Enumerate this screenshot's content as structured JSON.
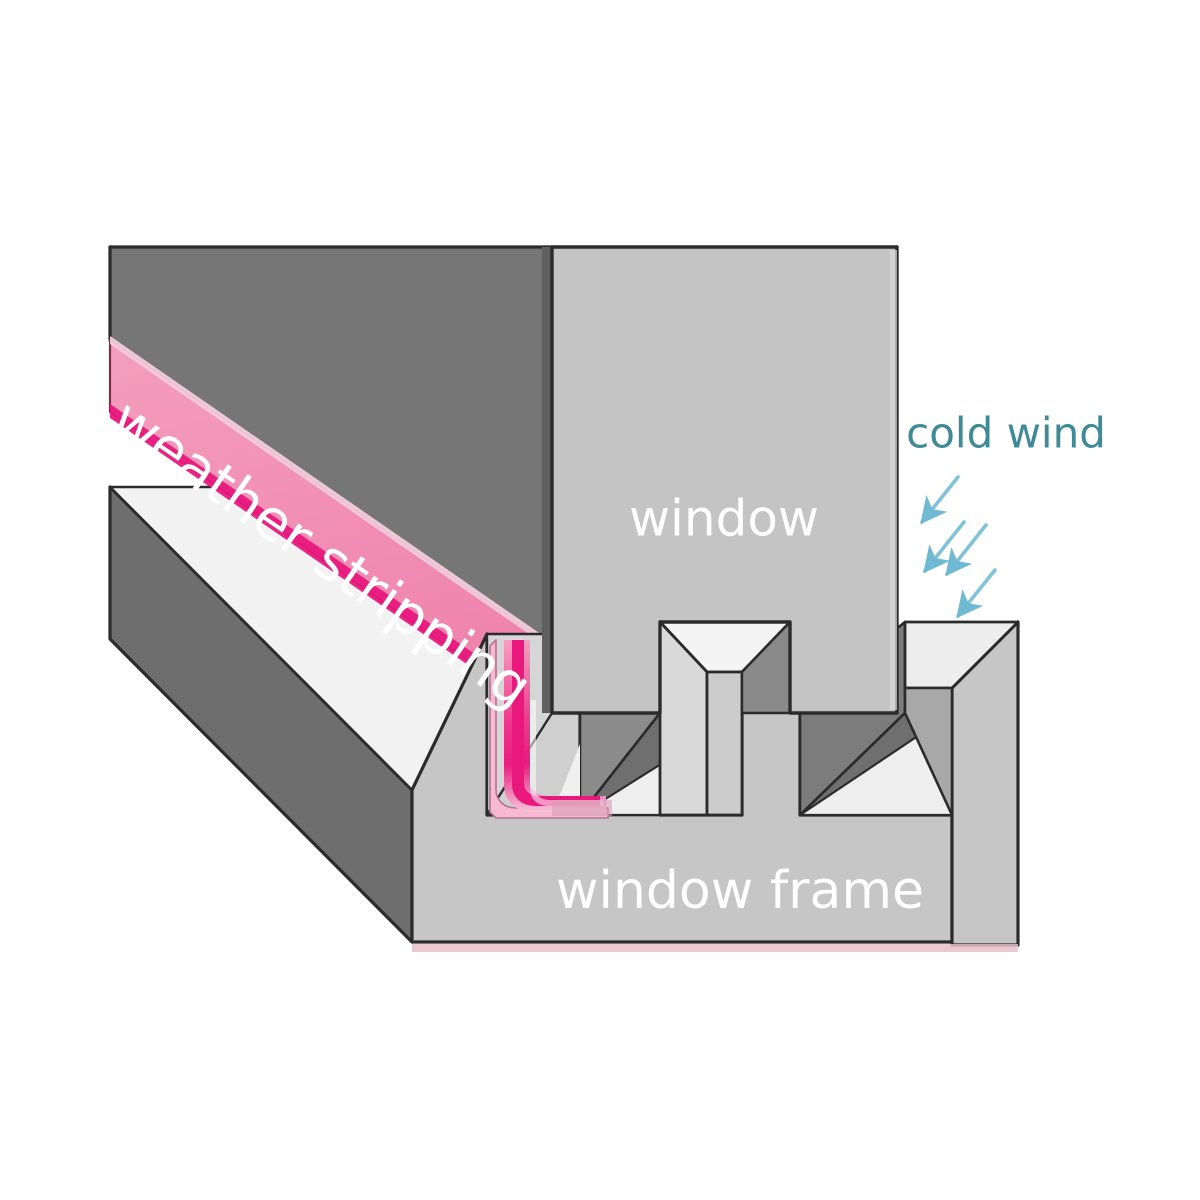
{
  "figure": {
    "title": "Weather stripping on a window frame cross-section",
    "background_color": "#ffffff",
    "type": "isometric-technical-illustration"
  },
  "labels": {
    "weather_stripping": "weather stripping",
    "window": "window",
    "window_frame": "window frame",
    "cold_wind": "cold wind"
  },
  "colors": {
    "frame_top_face": "#cfcfcf",
    "frame_front_face": "#c6c6c6",
    "frame_left_face": "#6e6e6e",
    "frame_dark_top": "#767676",
    "frame_dark_inner": "#6f6f6f",
    "frame_mid_shade": "#8f8f8f",
    "frame_white_band": "#f2f2f2",
    "frame_light_face": "#e9e9e9",
    "window_pane": "#c4c4c4",
    "window_dark_side": "#6d6d6d",
    "stripping_pink": "#f08cb0",
    "stripping_magenta": "#e8187d",
    "stripping_pale": "#f7b9cf",
    "stripping_base_line": "#e8bfcb",
    "outline": "#2b2b2b",
    "wind_teal": "#3e8a96",
    "arrow_blue": "#7fc3d8",
    "label_white": "#ffffff"
  },
  "annotations": {
    "wind_arrow_count": 4,
    "wind_arrow_direction": "down-left",
    "wind_arrow_angle_deg": 225
  }
}
